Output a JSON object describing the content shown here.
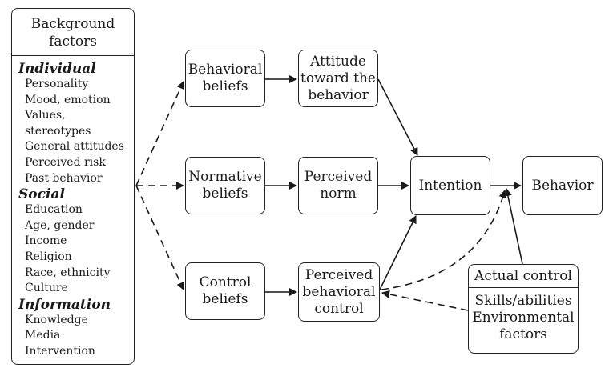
{
  "background": {
    "title": [
      "Background",
      "factors"
    ],
    "categories": [
      {
        "name": "Individual",
        "items": [
          "Personality",
          "Mood, emotion",
          "Values, stereotypes",
          "General attitudes",
          "Perceived risk",
          "Past behavior"
        ]
      },
      {
        "name": "Social",
        "items": [
          "Education",
          "Age, gender",
          "Income",
          "Religion",
          "Race, ethnicity",
          "Culture"
        ]
      },
      {
        "name": "Information",
        "items": [
          "Knowledge",
          "Media",
          "Intervention"
        ]
      }
    ]
  },
  "nodes": {
    "behavioral_beliefs": [
      "Behavioral",
      "beliefs"
    ],
    "normative_beliefs": [
      "Normative",
      "beliefs"
    ],
    "control_beliefs": [
      "Control",
      "beliefs"
    ],
    "attitude": [
      "Attitude",
      "toward the",
      "behavior"
    ],
    "perceived_norm": [
      "Perceived",
      "norm"
    ],
    "perceived_control": [
      "Perceived",
      "behavioral",
      "control"
    ],
    "intention": [
      "Intention"
    ],
    "behavior": [
      "Behavior"
    ],
    "actual_control": {
      "title": "Actual control",
      "body": [
        "Skills/abilities",
        "Environmental",
        "factors"
      ]
    }
  }
}
